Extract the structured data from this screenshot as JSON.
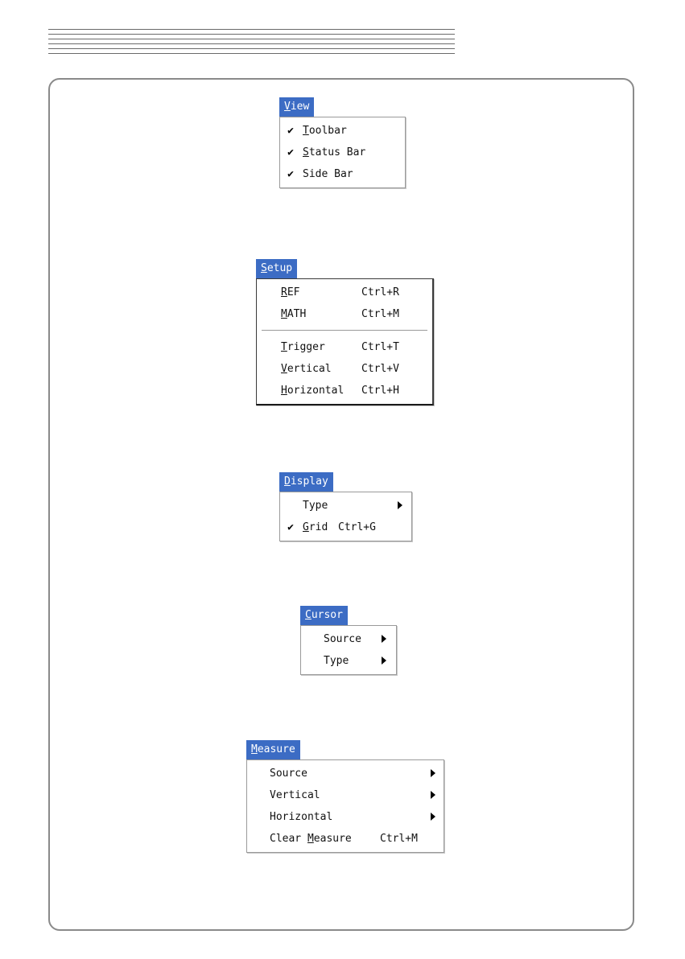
{
  "menus": {
    "view": {
      "title_first": "V",
      "title_rest": "iew",
      "items": [
        {
          "check": "✔",
          "first": "T",
          "rest": "oolbar"
        },
        {
          "check": "✔",
          "first": "S",
          "rest": "tatus Bar"
        },
        {
          "check": "✔",
          "first": "",
          "rest": "Side Bar"
        }
      ]
    },
    "setup": {
      "title_first": "S",
      "title_rest": "etup",
      "items": [
        {
          "first": "R",
          "rest": "EF",
          "shortcut": "Ctrl+R"
        },
        {
          "first": "M",
          "rest": "ATH",
          "shortcut": "Ctrl+M"
        },
        {
          "first": "T",
          "rest": "rigger",
          "shortcut": "Ctrl+T"
        },
        {
          "first": "V",
          "rest": "ertical",
          "shortcut": "Ctrl+V"
        },
        {
          "first": "H",
          "rest": "orizontal",
          "shortcut": "Ctrl+H"
        }
      ]
    },
    "display": {
      "title_first": "D",
      "title_rest": "isplay",
      "items": [
        {
          "check": "",
          "first": "",
          "rest": "Type"
        },
        {
          "check": "✔",
          "first": "G",
          "rest": "rid",
          "shortcut": "Ctrl+G"
        }
      ]
    },
    "cursor": {
      "title_first": "C",
      "title_rest": "ursor",
      "items": [
        {
          "label": "Source"
        },
        {
          "label": "Type"
        }
      ]
    },
    "measure": {
      "title_first": "M",
      "title_rest": "easure",
      "items": [
        {
          "label": "Source"
        },
        {
          "label": "Vertical"
        },
        {
          "label": "Horizontal"
        },
        {
          "pre": "Clear ",
          "first": "M",
          "rest": "easure",
          "shortcut": "Ctrl+M"
        }
      ]
    }
  }
}
